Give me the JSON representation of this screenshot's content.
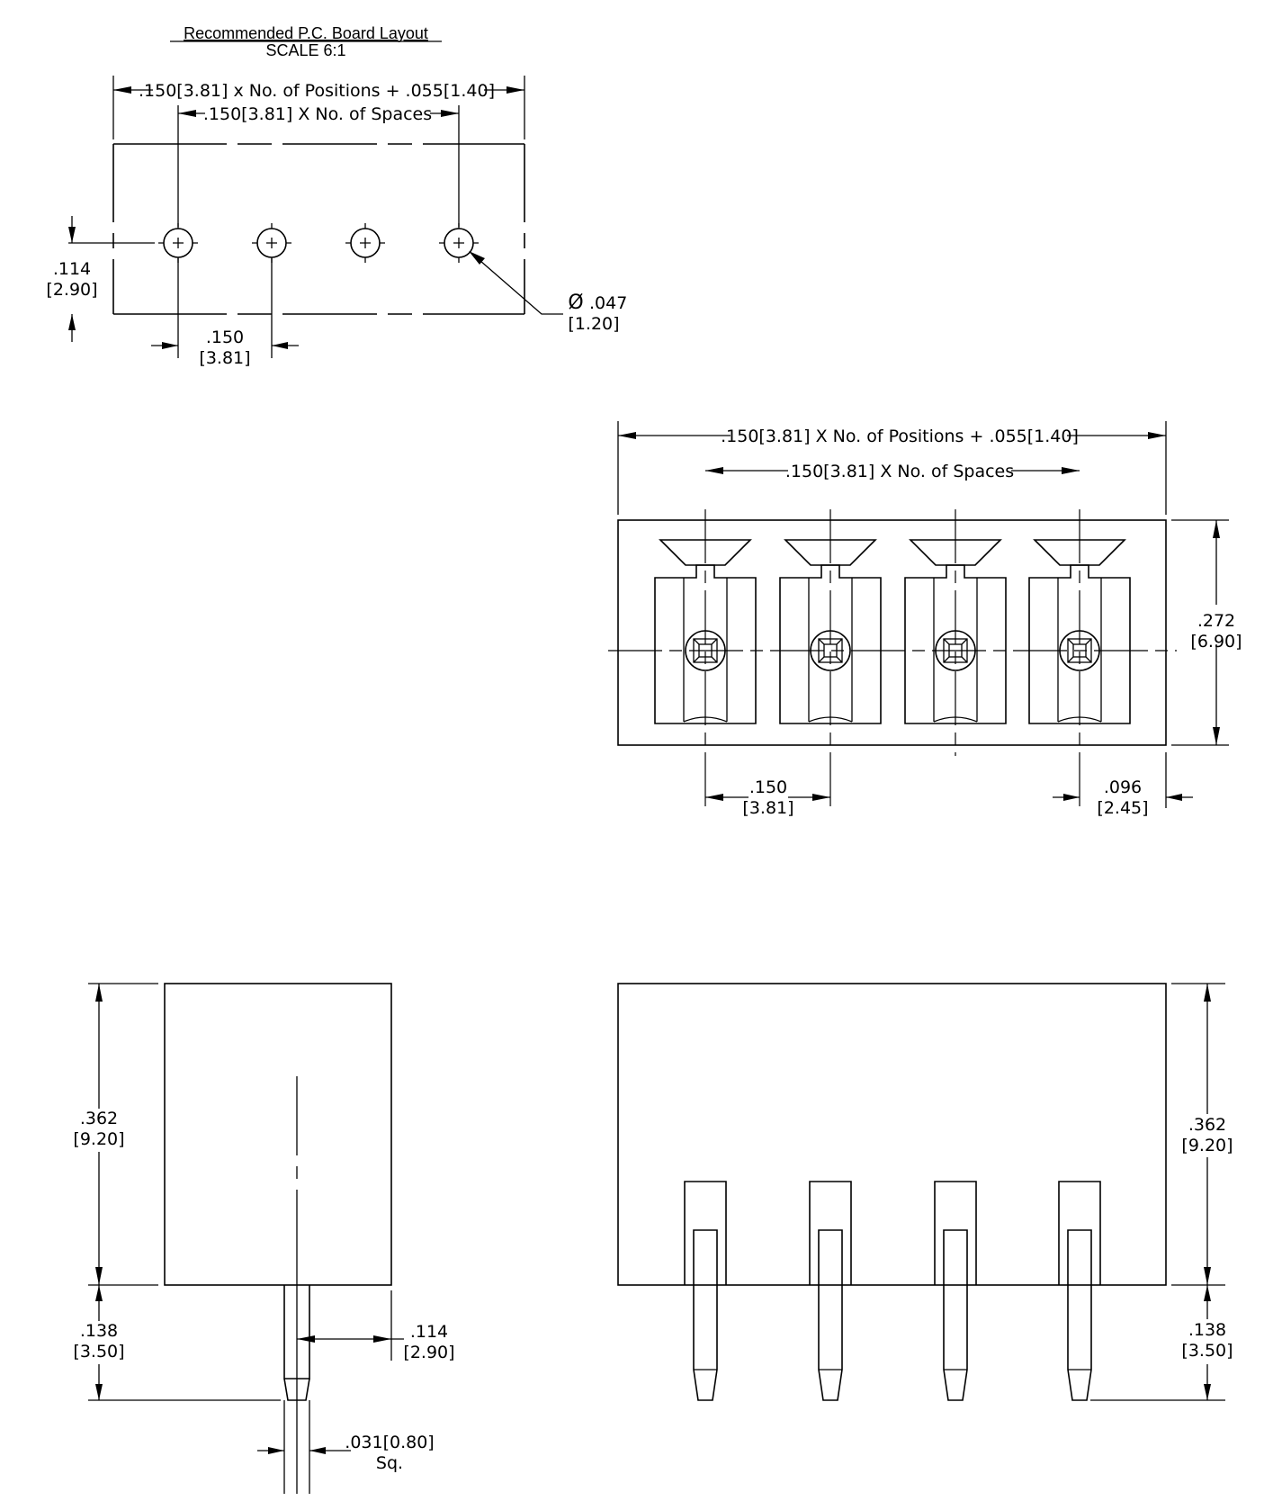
{
  "pcb_layout": {
    "title": "Recommended P.C. Board Layout",
    "scale": "SCALE 6:1",
    "dim_overall": ".150[3.81] x No. of Positions + .055[1.40]",
    "dim_spaces": ".150[3.81] X No. of Spaces",
    "dim_row_offset": [
      ".114",
      "[2.90]"
    ],
    "dim_pitch": [
      ".150",
      "[3.81]"
    ],
    "dim_hole_symbol": "Ø",
    "dim_hole": [
      ".047",
      "[1.20]"
    ]
  },
  "top_view": {
    "dim_overall": ".150[3.81] X No. of Positions + .055[1.40]",
    "dim_spaces": ".150[3.81] X No. of Spaces",
    "dim_depth": [
      ".272",
      "[6.90]"
    ],
    "dim_pitch": [
      ".150",
      "[3.81]"
    ],
    "dim_edge": [
      ".096",
      "[2.45]"
    ]
  },
  "side_view": {
    "dim_height": [
      ".362",
      "[9.20]"
    ],
    "dim_pin_length": [
      ".138",
      "[3.50]"
    ],
    "dim_pin_offset": [
      ".114",
      "[2.90]"
    ],
    "dim_pin_size": [
      ".031[0.80]",
      "Sq."
    ]
  },
  "front_view": {
    "dim_height": [
      ".362",
      "[9.20]"
    ],
    "dim_pin_length": [
      ".138",
      "[3.50]"
    ]
  }
}
